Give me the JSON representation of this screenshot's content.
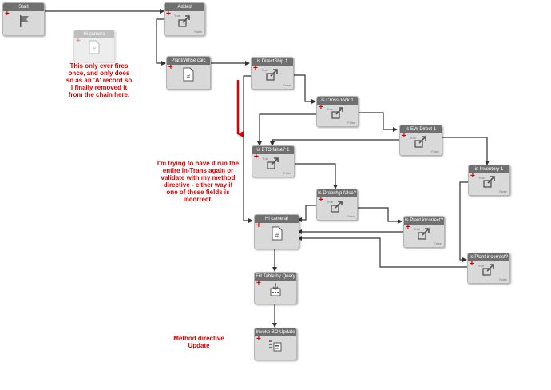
{
  "nodes": {
    "start": {
      "title": "Start",
      "icon": "flag-icon"
    },
    "added": {
      "title": "Added",
      "icon": "condition-arrow-icon",
      "true_label": "True",
      "false_label": "False"
    },
    "hi_camera_faded": {
      "title": "Hi camera",
      "icon": "script-hash-icon"
    },
    "plant_whse_calc": {
      "title": "Plant/Whse calc",
      "icon": "script-hash-icon"
    },
    "is_directship": {
      "title": "is DirectShip 1",
      "icon": "condition-arrow-icon",
      "true_label": "True",
      "false_label": "False"
    },
    "is_crossdock": {
      "title": "is CrossDock 1",
      "icon": "condition-arrow-icon",
      "true_label": "True",
      "false_label": "False"
    },
    "is_ew_direct": {
      "title": "is EW Direct 1",
      "icon": "condition-arrow-icon",
      "true_label": "True",
      "false_label": "False"
    },
    "is_bto_false": {
      "title": "is BTO false? 1",
      "icon": "condition-arrow-icon",
      "true_label": "True",
      "false_label": "False"
    },
    "is_inventory": {
      "title": "is Inventory 1",
      "icon": "condition-arrow-icon",
      "true_label": "True",
      "false_label": "False"
    },
    "is_dropship_false": {
      "title": "Is Dropship false?",
      "icon": "condition-arrow-icon",
      "true_label": "True",
      "false_label": "False"
    },
    "hi_camera": {
      "title": "Hi camera!",
      "icon": "script-hash-icon"
    },
    "is_plant_incorrect_1": {
      "title": "Is Plant incorrect?",
      "icon": "condition-arrow-icon",
      "true_label": "True",
      "false_label": "False"
    },
    "is_plant_incorrect_2": {
      "title": "Is Plant incorrect?",
      "icon": "condition-arrow-icon",
      "true_label": "True",
      "false_label": "False"
    },
    "fill_table": {
      "title": "Fill Table by Query",
      "icon": "fill-table-icon"
    },
    "invoke_bo": {
      "title": "Invoke BO Update",
      "icon": "invoke-bo-icon"
    }
  },
  "notes": {
    "note1": [
      "This only ever fires",
      "once, and only does",
      "so as an 'A' record so",
      "I finally removed it",
      "from the chain here."
    ],
    "note2": [
      "I'm trying to have it run the",
      "entire In-Trans again or",
      "validate with my method",
      "directive - either way if",
      "one of these fields is",
      "incorrect."
    ],
    "note3": [
      "Method directive",
      "Update"
    ]
  },
  "colors": {
    "header": "#707070",
    "body": "#d9d9d9",
    "connector": "#333333",
    "annotation": "#e00000"
  }
}
